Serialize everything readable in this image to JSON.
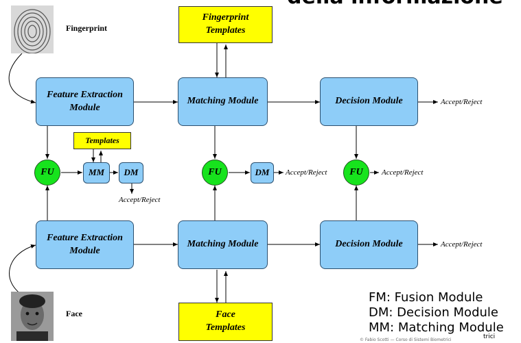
{
  "title": "della informazione",
  "inputs": {
    "fingerprint": "Fingerprint",
    "face": "Face"
  },
  "fingerprint_templates": [
    "Fingerprint",
    "Templates"
  ],
  "face_templates": [
    "Face",
    "Templates"
  ],
  "templates": "Templates",
  "feature_extraction": [
    "Feature Extraction",
    "Module"
  ],
  "matching_module": "Matching Module",
  "decision_module": "Decision Module",
  "fu": "FU",
  "mm": "MM",
  "dm": "DM",
  "accept_reject": "Accept/Reject",
  "legend": [
    "FM: Fusion Module",
    "DM: Decision Module",
    "MM: Matching Module"
  ],
  "footer": "© Fabio Scotti — Corso di Sistemi Biometrici",
  "footer_fragment": "trici"
}
